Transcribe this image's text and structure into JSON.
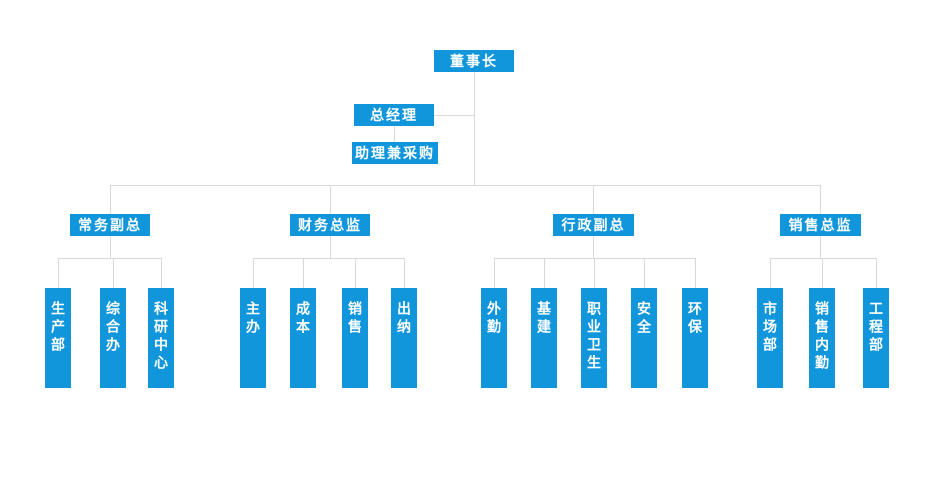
{
  "colors": {
    "accent": "#1296db",
    "line": "#d9d9d9",
    "node-text": "#ffffff",
    "background": "#ffffff"
  },
  "org_chart": {
    "chairman": "董事长",
    "general_manager": "总经理",
    "assistant": "助理兼采购",
    "branches": [
      {
        "label": "常务副总",
        "children": [
          "生产部",
          "综合办",
          "科研中心"
        ]
      },
      {
        "label": "财务总监",
        "children": [
          "主办",
          "成本",
          "销售",
          "出纳"
        ]
      },
      {
        "label": "行政副总",
        "children": [
          "外勤",
          "基建",
          "职业卫生",
          "安全",
          "环保"
        ]
      },
      {
        "label": "销售总监",
        "children": [
          "市场部",
          "销售内勤",
          "工程部"
        ]
      }
    ]
  }
}
